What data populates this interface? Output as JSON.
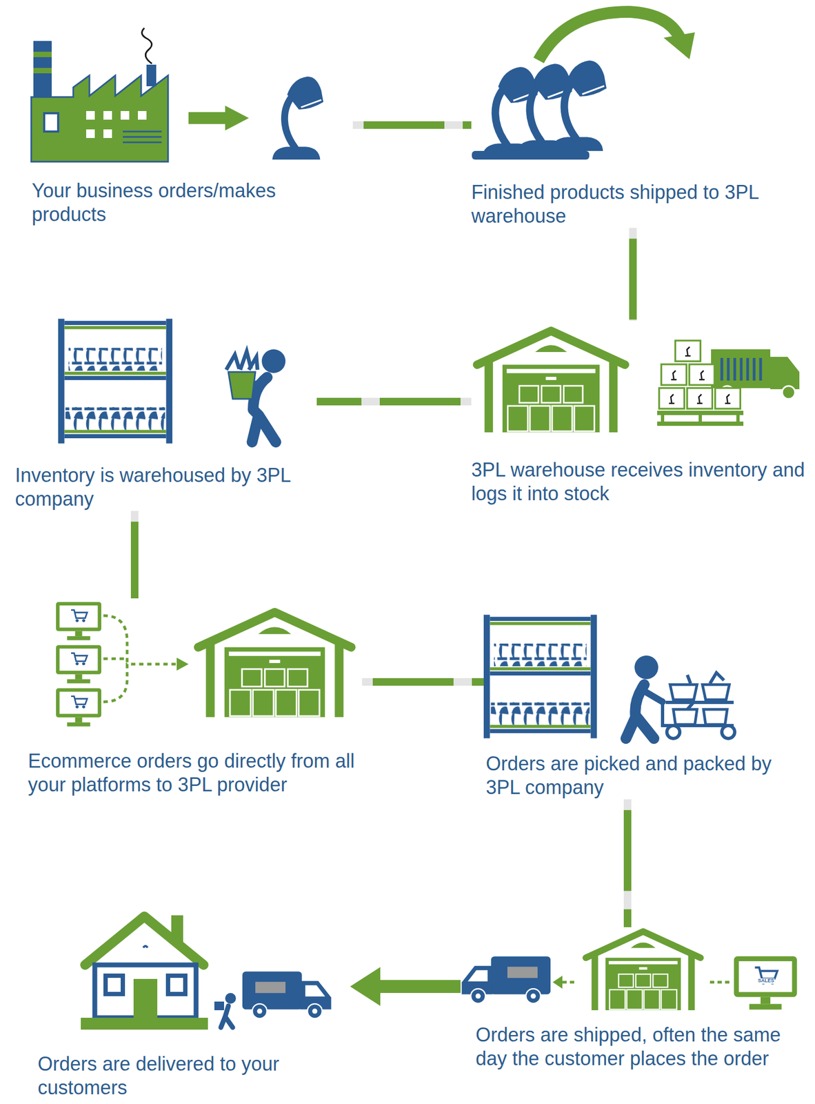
{
  "diagram": {
    "nodes": [
      {
        "text": [
          "Your business orders/makes products"
        ]
      },
      {
        "text": [
          "Finished products shipped to 3PL warehouse"
        ]
      },
      {
        "text": [
          "3PL warehouse receives inventory and logs it into stock"
        ]
      },
      {
        "text": [
          "Inventory is warehoused by 3PL company"
        ]
      },
      {
        "text": [
          "Ecommerce orders go directly from all your platforms to 3PL provider"
        ]
      },
      {
        "text": [
          "Orders are picked and packed by 3PL company"
        ]
      },
      {
        "text": [
          "Orders are shipped, often the same day the customer places the order"
        ]
      },
      {
        "text": [
          "Orders are delivered to your customers"
        ]
      }
    ],
    "edges": [
      {
        "from": 0,
        "to": 1,
        "arrow": "none"
      },
      {
        "from": 1,
        "to": 2,
        "arrow": "none"
      },
      {
        "from": 2,
        "to": 3,
        "arrow": "none"
      },
      {
        "from": 3,
        "to": 4,
        "arrow": "none"
      },
      {
        "from": 4,
        "to": 5,
        "arrow": "none"
      },
      {
        "from": 5,
        "to": 6,
        "arrow": "none"
      },
      {
        "from": 6,
        "to": 7,
        "arrow": "to"
      }
    ],
    "labels": [
      "SALES"
    ]
  }
}
